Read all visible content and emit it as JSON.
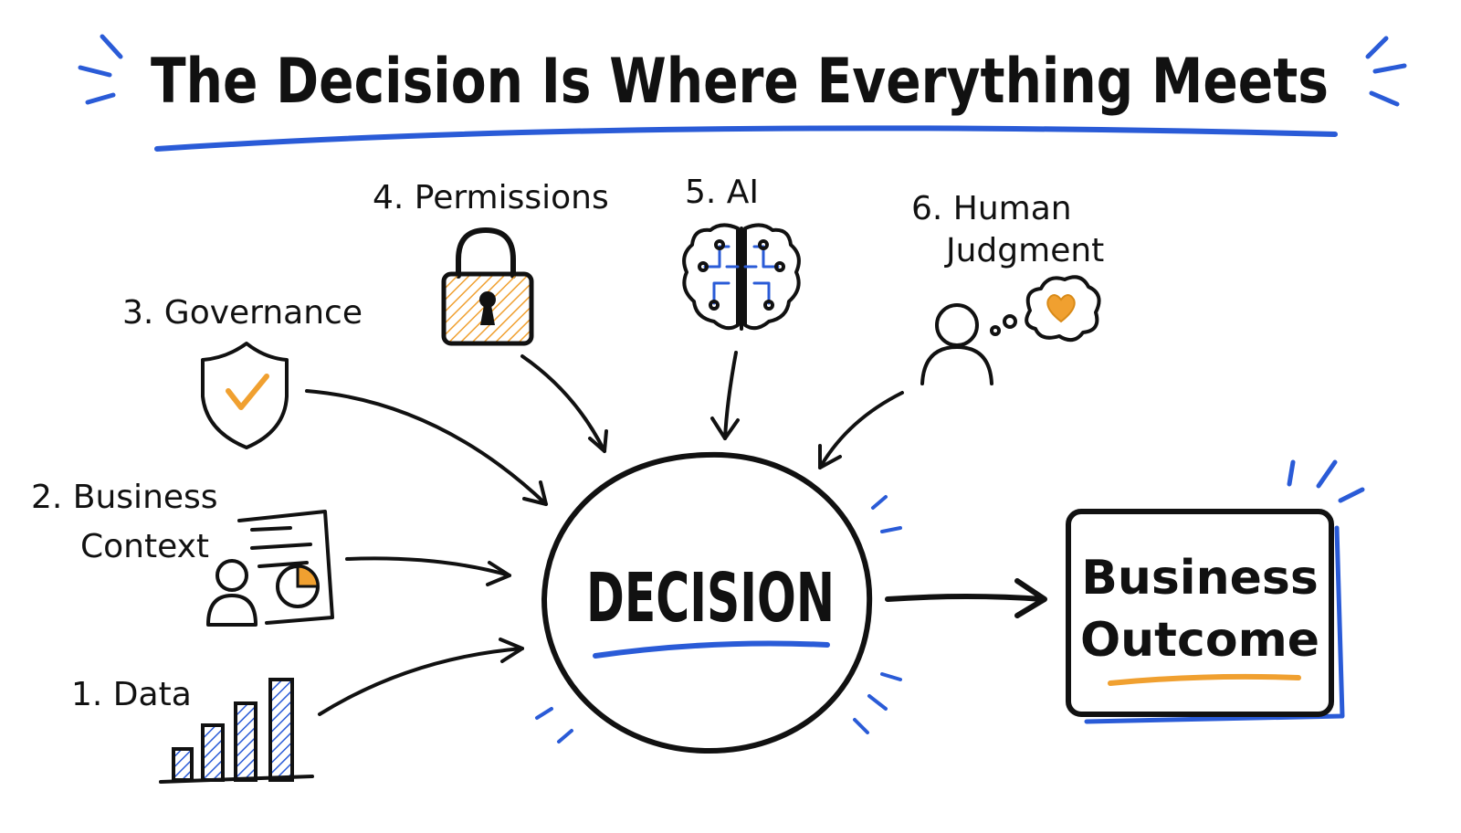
{
  "title": "The Decision Is Where Everything Meets",
  "center": {
    "label": "DECISION"
  },
  "outcome": {
    "line1": "Business",
    "line2": "Outcome"
  },
  "inputs": [
    {
      "label": "1. Data",
      "icon": "bar-chart-icon"
    },
    {
      "label_line1": "2. Business",
      "label_line2": "Context",
      "icon": "context-document-icon"
    },
    {
      "label": "3. Governance",
      "icon": "shield-check-icon"
    },
    {
      "label": "4. Permissions",
      "icon": "padlock-icon"
    },
    {
      "label": "5. AI",
      "icon": "brain-circuit-icon"
    },
    {
      "label_line1": "6. Human",
      "label_line2": "Judgment",
      "icon": "person-heart-thought-icon"
    }
  ],
  "colors": {
    "ink": "#111111",
    "accent_blue": "#2a5bd7",
    "accent_orange": "#f0a030",
    "background": "#ffffff"
  }
}
